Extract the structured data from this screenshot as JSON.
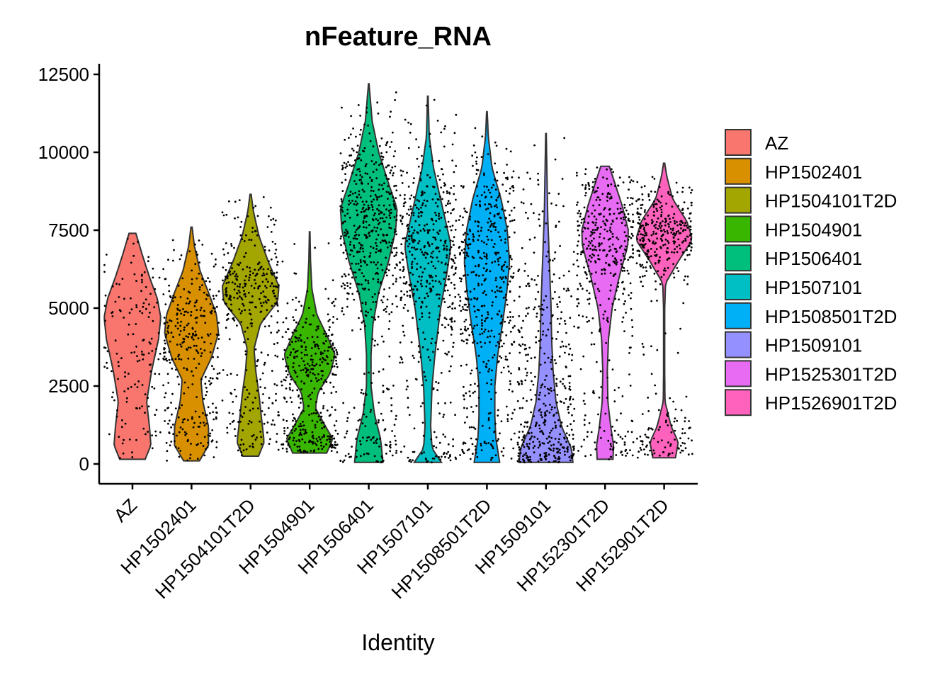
{
  "chart_data": {
    "type": "violin",
    "title": "nFeature_RNA",
    "xlabel": "Identity",
    "ylabel": "",
    "ylim": [
      -600,
      12800
    ],
    "y_ticks": [
      0,
      2500,
      5000,
      7500,
      10000,
      12500
    ],
    "y_tick_labels": [
      "0",
      "2500",
      "5000",
      "7500",
      "10000",
      "12500"
    ],
    "categories": [
      "AZ",
      "HP1502401",
      "HP1504101T2D",
      "HP1504901",
      "HP1506401",
      "HP1507101",
      "HP1508501T2D",
      "HP1509101",
      "HP152301T2D",
      "HP152901T2D"
    ],
    "legend": {
      "position": "right",
      "entries": [
        "AZ",
        "HP1502401",
        "HP1504101T2D",
        "HP1504901",
        "HP1506401",
        "HP1507101",
        "HP1508501T2D",
        "HP1509101",
        "HP1525301T2D",
        "HP1526901T2D"
      ]
    },
    "colors": [
      "#F8766D",
      "#D89000",
      "#A3A500",
      "#39B600",
      "#00BF7D",
      "#00BFC4",
      "#00B0F6",
      "#9590FF",
      "#E76BF3",
      "#FF62BC"
    ],
    "series": [
      {
        "name": "AZ",
        "min": 150,
        "max": 7400,
        "n_points": 150,
        "density": [
          [
            150,
            0.45
          ],
          [
            600,
            0.65
          ],
          [
            1200,
            0.6
          ],
          [
            2000,
            0.5
          ],
          [
            3000,
            0.68
          ],
          [
            4000,
            0.92
          ],
          [
            4700,
            1.0
          ],
          [
            5300,
            0.88
          ],
          [
            6000,
            0.6
          ],
          [
            6700,
            0.35
          ],
          [
            7400,
            0.12
          ]
        ]
      },
      {
        "name": "HP1502401",
        "min": 100,
        "max": 7600,
        "n_points": 330,
        "density": [
          [
            100,
            0.28
          ],
          [
            600,
            0.6
          ],
          [
            1200,
            0.6
          ],
          [
            2000,
            0.4
          ],
          [
            2700,
            0.33
          ],
          [
            3400,
            0.7
          ],
          [
            4200,
            0.95
          ],
          [
            4800,
            0.88
          ],
          [
            5500,
            0.6
          ],
          [
            6200,
            0.3
          ],
          [
            7000,
            0.1
          ],
          [
            7600,
            0.02
          ]
        ]
      },
      {
        "name": "HP1504101T2D",
        "min": 250,
        "max": 8650,
        "n_points": 360,
        "density": [
          [
            250,
            0.28
          ],
          [
            700,
            0.48
          ],
          [
            1500,
            0.38
          ],
          [
            2200,
            0.3
          ],
          [
            3000,
            0.18
          ],
          [
            3700,
            0.12
          ],
          [
            4500,
            0.35
          ],
          [
            5200,
            0.95
          ],
          [
            5700,
            1.0
          ],
          [
            6500,
            0.62
          ],
          [
            7300,
            0.3
          ],
          [
            8100,
            0.1
          ],
          [
            8650,
            0.02
          ]
        ]
      },
      {
        "name": "HP1504901",
        "min": 350,
        "max": 7450,
        "n_points": 400,
        "density": [
          [
            350,
            0.6
          ],
          [
            800,
            0.82
          ],
          [
            1300,
            0.5
          ],
          [
            1800,
            0.2
          ],
          [
            2300,
            0.3
          ],
          [
            2900,
            0.72
          ],
          [
            3500,
            0.9
          ],
          [
            4100,
            0.62
          ],
          [
            4800,
            0.25
          ],
          [
            5600,
            0.08
          ],
          [
            6500,
            0.03
          ],
          [
            7450,
            0.01
          ]
        ]
      },
      {
        "name": "HP1506401",
        "min": 50,
        "max": 12200,
        "n_points": 600,
        "density": [
          [
            50,
            0.5
          ],
          [
            800,
            0.42
          ],
          [
            1600,
            0.2
          ],
          [
            2500,
            0.08
          ],
          [
            3500,
            0.08
          ],
          [
            4500,
            0.15
          ],
          [
            5500,
            0.35
          ],
          [
            6500,
            0.7
          ],
          [
            7500,
            0.95
          ],
          [
            8200,
            1.0
          ],
          [
            9000,
            0.7
          ],
          [
            10000,
            0.35
          ],
          [
            11000,
            0.12
          ],
          [
            12200,
            0.01
          ]
        ]
      },
      {
        "name": "HP1507101",
        "min": 50,
        "max": 11800,
        "n_points": 520,
        "density": [
          [
            50,
            0.48
          ],
          [
            500,
            0.15
          ],
          [
            1200,
            0.1
          ],
          [
            2500,
            0.15
          ],
          [
            3500,
            0.25
          ],
          [
            5000,
            0.45
          ],
          [
            6000,
            0.65
          ],
          [
            7000,
            0.82
          ],
          [
            7500,
            0.7
          ],
          [
            8500,
            0.45
          ],
          [
            9500,
            0.2
          ],
          [
            10500,
            0.05
          ],
          [
            11800,
            0.01
          ]
        ]
      },
      {
        "name": "HP1508501T2D",
        "min": 50,
        "max": 11300,
        "n_points": 520,
        "density": [
          [
            50,
            0.45
          ],
          [
            800,
            0.32
          ],
          [
            1500,
            0.28
          ],
          [
            2500,
            0.28
          ],
          [
            3500,
            0.38
          ],
          [
            4500,
            0.55
          ],
          [
            5500,
            0.7
          ],
          [
            6500,
            0.8
          ],
          [
            7500,
            0.72
          ],
          [
            8500,
            0.5
          ],
          [
            9500,
            0.18
          ],
          [
            10500,
            0.05
          ],
          [
            11300,
            0.01
          ]
        ]
      },
      {
        "name": "HP1509101",
        "min": 50,
        "max": 10600,
        "n_points": 450,
        "density": [
          [
            50,
            0.95
          ],
          [
            500,
            0.9
          ],
          [
            1200,
            0.55
          ],
          [
            2000,
            0.35
          ],
          [
            3000,
            0.25
          ],
          [
            4000,
            0.2
          ],
          [
            5000,
            0.18
          ],
          [
            6000,
            0.14
          ],
          [
            7000,
            0.1
          ],
          [
            8000,
            0.06
          ],
          [
            9000,
            0.04
          ],
          [
            10600,
            0.01
          ]
        ]
      },
      {
        "name": "HP1525301T2D",
        "min": 150,
        "max": 9550,
        "n_points": 440,
        "density": [
          [
            150,
            0.28
          ],
          [
            600,
            0.3
          ],
          [
            1200,
            0.2
          ],
          [
            2000,
            0.1
          ],
          [
            3000,
            0.08
          ],
          [
            4000,
            0.12
          ],
          [
            5000,
            0.25
          ],
          [
            6000,
            0.5
          ],
          [
            7000,
            0.8
          ],
          [
            7500,
            0.82
          ],
          [
            8300,
            0.6
          ],
          [
            9000,
            0.35
          ],
          [
            9550,
            0.15
          ]
        ]
      },
      {
        "name": "HP1526901T2D",
        "min": 200,
        "max": 9650,
        "n_points": 420,
        "density": [
          [
            200,
            0.4
          ],
          [
            700,
            0.5
          ],
          [
            1200,
            0.25
          ],
          [
            2000,
            0.03
          ],
          [
            3000,
            0.02
          ],
          [
            4000,
            0.02
          ],
          [
            5000,
            0.02
          ],
          [
            5800,
            0.05
          ],
          [
            6500,
            0.5
          ],
          [
            7200,
            1.0
          ],
          [
            7800,
            0.8
          ],
          [
            8500,
            0.3
          ],
          [
            9200,
            0.1
          ],
          [
            9650,
            0.02
          ]
        ]
      }
    ]
  }
}
